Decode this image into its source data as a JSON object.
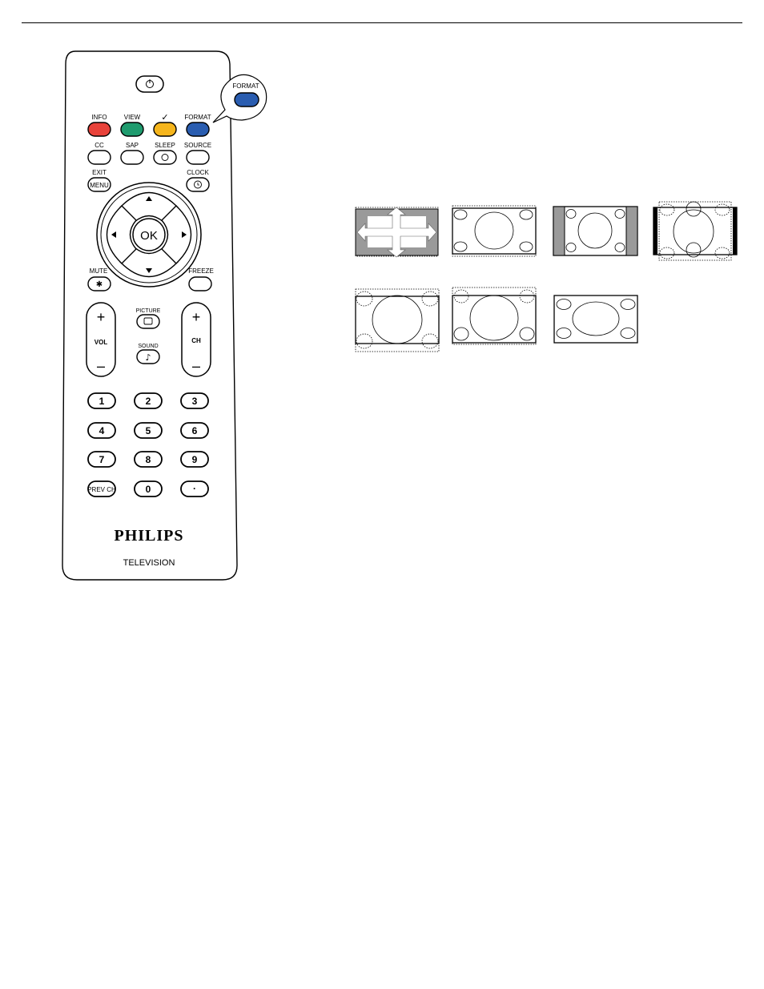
{
  "remote": {
    "callout_label": "FORMAT",
    "color_buttons": [
      {
        "label": "INFO",
        "color": "#e8423a"
      },
      {
        "label": "VIEW",
        "color": "#1f9b6e"
      },
      {
        "label": "✓",
        "color": "#f5b51c"
      },
      {
        "label": "FORMAT",
        "color": "#2a5db0"
      }
    ],
    "row2": [
      "CC",
      "SAP",
      "SLEEP",
      "SOURCE"
    ],
    "exit_label": "EXIT",
    "menu_label": "MENU",
    "clock_label": "CLOCK",
    "ok_label": "OK",
    "mute_label": "MUTE",
    "freeze_label": "FREEZE",
    "vol_label": "VOL",
    "ch_label": "CH",
    "plus": "+",
    "minus": "–",
    "picture_label": "PICTURE",
    "sound_label": "SOUND",
    "numbers": [
      "1",
      "2",
      "3",
      "4",
      "5",
      "6",
      "7",
      "8",
      "9"
    ],
    "prev_ch_label": "PREV CH",
    "zero_label": "0",
    "dot_label": "·",
    "brand": "PHILIPS",
    "subbrand": "TELEVISION"
  },
  "formats": {
    "count": 7
  }
}
